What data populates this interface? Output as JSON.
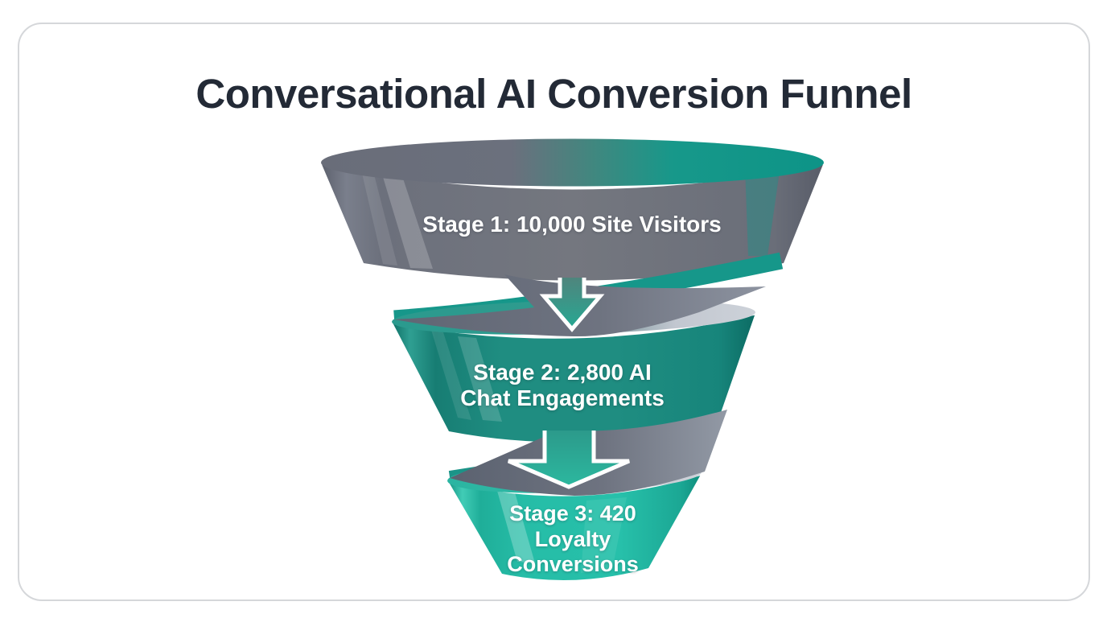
{
  "title": "Conversational AI Conversion Funnel",
  "chart_data": {
    "type": "funnel",
    "title": "Conversational AI Conversion Funnel",
    "orientation": "top-to-bottom",
    "stages": [
      {
        "stage": 1,
        "name": "Site Visitors",
        "value": 10000,
        "label": "Stage 1: 10,000 Site Visitors"
      },
      {
        "stage": 2,
        "name": "AI Chat Engagements",
        "value": 2800,
        "label": "Stage 2: 2,800 AI Chat Engagements"
      },
      {
        "stage": 3,
        "name": "Loyalty Conversions",
        "value": 420,
        "label": "Stage 3: 420 Loyalty Conversions"
      }
    ],
    "connectors": [
      "down-arrow",
      "down-arrow"
    ],
    "legend": "none"
  },
  "labels": {
    "stage1": "Stage 1: 10,000 Site Visitors",
    "stage2": "Stage 2: 2,800 AI\nChat Engagements",
    "stage3": "Stage 3: 420\nLoyalty\nConversions"
  },
  "colors": {
    "stage1_body": "#73767f",
    "stage1_mouth_left": "#6a6e7a",
    "stage1_mouth_right": "#0f9789",
    "stage2_body": "#1f8d81",
    "stage3_body": "#26bda7",
    "ribbon_gray": "#6d7280",
    "mouth_light_gray": "#c5cad3",
    "label_text": "#ffffff",
    "title_text": "#232a36",
    "card_border": "#d5d7da",
    "background": "#ffffff"
  }
}
